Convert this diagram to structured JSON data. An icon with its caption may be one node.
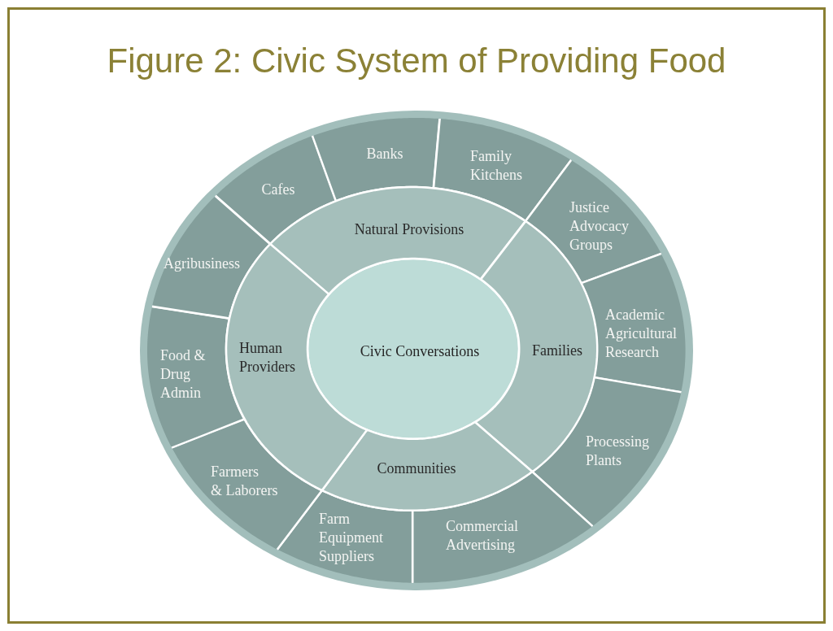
{
  "diagram": {
    "title": "Figure 2: Civic System of Providing Food",
    "nodes": [
      {
        "text": [
          "Civic Conversations"
        ]
      },
      {
        "text": [
          "Natural Provisions"
        ]
      },
      {
        "text": [
          "Families"
        ]
      },
      {
        "text": [
          "Communities"
        ]
      },
      {
        "text": [
          "Human Providers"
        ]
      },
      {
        "text": [
          "Cafes"
        ]
      },
      {
        "text": [
          "Banks"
        ]
      },
      {
        "text": [
          "Family Kitchens"
        ]
      },
      {
        "text": [
          "Justice Advocacy Groups"
        ]
      },
      {
        "text": [
          "Academic Agricultural Research"
        ]
      },
      {
        "text": [
          "Processing Plants"
        ]
      },
      {
        "text": [
          "Commercial Advertising"
        ]
      },
      {
        "text": [
          "Farm Equipment Suppliers"
        ]
      },
      {
        "text": [
          "Farmers & Laborers"
        ]
      },
      {
        "text": [
          "Food & Drug Admin"
        ]
      },
      {
        "text": [
          "Agribusiness"
        ]
      }
    ]
  }
}
